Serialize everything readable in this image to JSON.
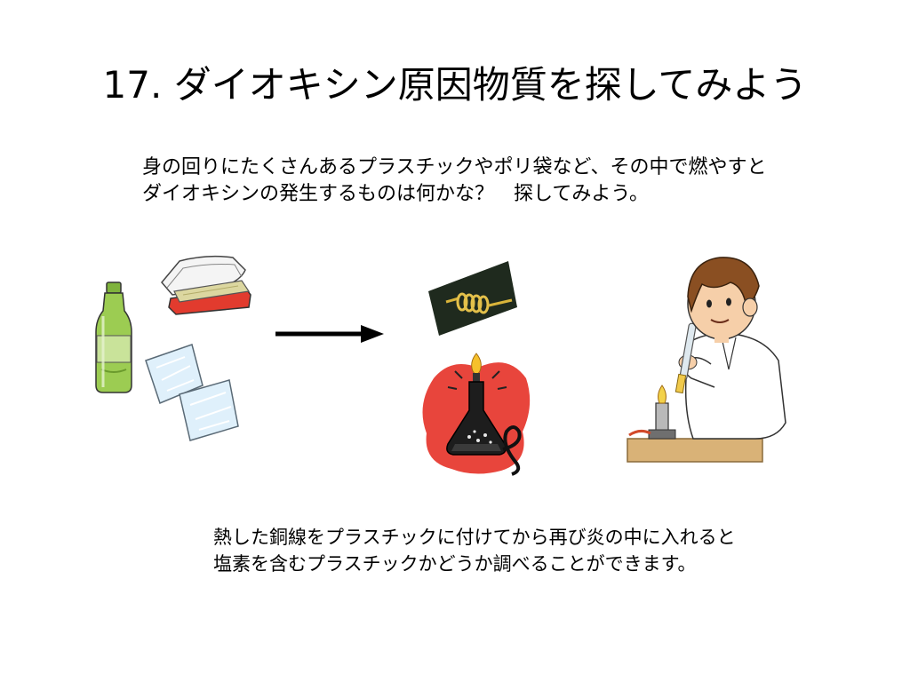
{
  "slide": {
    "title": "17. ダイオキシン原因物質を探してみよう",
    "intro_lines": [
      "身の回りにたくさんあるプラスチックやポリ袋など、その中で燃やすと",
      "ダイオキシンの発生するものは何かな？　探してみよう。"
    ],
    "note_lines": [
      "熱した銅線をプラスチックに付けてから再び炎の中に入れると",
      "塩素を含むプラスチックかどうか調べることができます。"
    ]
  },
  "colors": {
    "bottle_green": "#9ccc52",
    "tray_red": "#e23b2e",
    "bunsen_bg": "#e8453c",
    "copper_wire": "#d9b43a",
    "desk": "#d9b277",
    "shirt": "#ffffff"
  },
  "icons": [
    "plastic-bottle-icon",
    "food-tray-icon",
    "plastic-bag-icon",
    "arrow-right-icon",
    "copper-wire-icon",
    "alcohol-lamp-icon",
    "student-experiment-icon"
  ]
}
